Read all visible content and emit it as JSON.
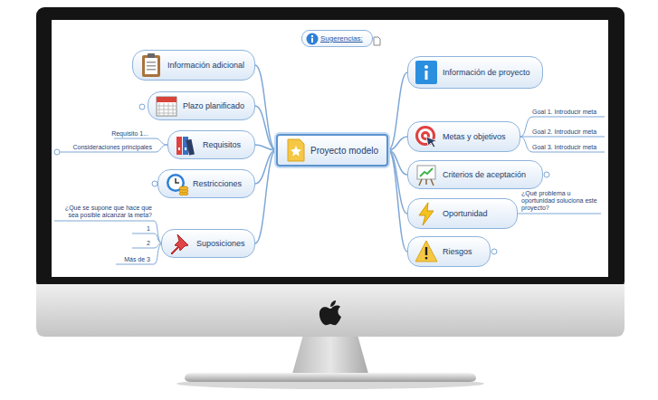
{
  "diagram": {
    "nodes": [
      {
        "text": [
          "Sugerencias:"
        ]
      },
      {
        "text": [
          "Proyecto modelo"
        ]
      },
      {
        "text": [
          "Información adicional"
        ]
      },
      {
        "text": [
          "Plazo planificado"
        ]
      },
      {
        "text": [
          "Requisitos"
        ]
      },
      {
        "text": [
          "Restricciones"
        ]
      },
      {
        "text": [
          "Suposiciones"
        ]
      },
      {
        "text": [
          "Información de proyecto"
        ]
      },
      {
        "text": [
          "Metas y objetivos"
        ]
      },
      {
        "text": [
          "Criterios de aceptación"
        ]
      },
      {
        "text": [
          "Oportunidad"
        ]
      },
      {
        "text": [
          "Riesgos"
        ]
      }
    ],
    "edges": [
      {
        "from": 1,
        "to": 2,
        "arrow": "none"
      },
      {
        "from": 1,
        "to": 3,
        "arrow": "none"
      },
      {
        "from": 1,
        "to": 4,
        "arrow": "none"
      },
      {
        "from": 1,
        "to": 5,
        "arrow": "none"
      },
      {
        "from": 1,
        "to": 6,
        "arrow": "none"
      },
      {
        "from": 1,
        "to": 7,
        "arrow": "none"
      },
      {
        "from": 1,
        "to": 8,
        "arrow": "none"
      },
      {
        "from": 1,
        "to": 9,
        "arrow": "none"
      },
      {
        "from": 1,
        "to": 10,
        "arrow": "none"
      },
      {
        "from": 1,
        "to": 11,
        "arrow": "none"
      }
    ],
    "labels": [
      "Requisito 1...",
      "Consideraciones principales",
      "Goal 1. Introducir meta",
      "Goal 2. Introducir meta",
      "Goal 3. Introducir meta",
      "¿Qué problema u oportunidad soluciona este proyecto?",
      "¿Qué se supone que hace que sea posible alcanzar la meta?",
      "1",
      "2",
      "Más de 3"
    ]
  }
}
